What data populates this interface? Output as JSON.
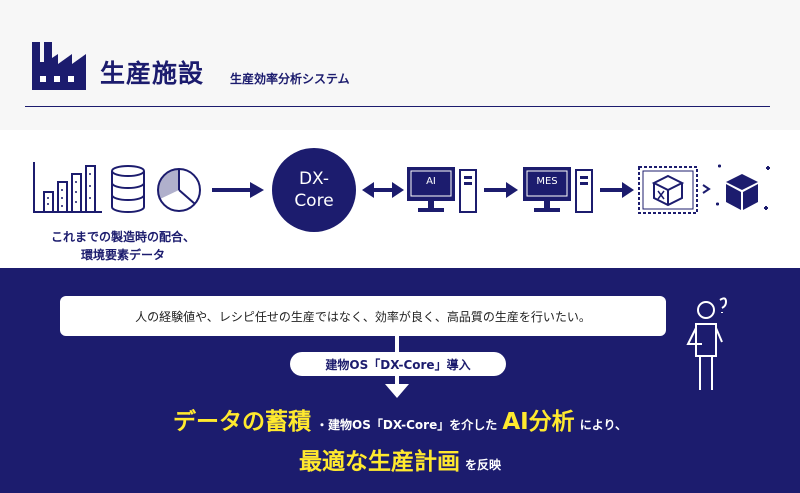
{
  "header": {
    "title": "生産施設",
    "subtitle": "生産効率分析システム"
  },
  "flow": {
    "dx_core": "DX-\nCore",
    "ai_label": "AI",
    "mes_label": "MES",
    "caption_lines": [
      "これまでの製造時の配合、",
      "環境要素データ"
    ]
  },
  "bottom": {
    "goal": "人の経験値や、レシピ任せの生産ではなく、効率が良く、高品質の生産を行いたい。",
    "pill": "建物OS「DX-Core」導入",
    "line1": {
      "part1": "データの蓄積",
      "part2": "・建物OS「DX-Core」を介した",
      "part3": "AI分析",
      "part4": "により、"
    },
    "line2": {
      "part1": "最適な生産計画",
      "part2": "を反映"
    }
  },
  "colors": {
    "navy": "#1c1c6e",
    "yellow": "#ffe92e",
    "white": "#ffffff"
  },
  "icons": [
    "factory-icon",
    "bar-chart-icon",
    "database-icon",
    "pie-chart-icon",
    "computer-icon",
    "blueprint-icon",
    "cube-icon",
    "thinking-person-icon"
  ]
}
